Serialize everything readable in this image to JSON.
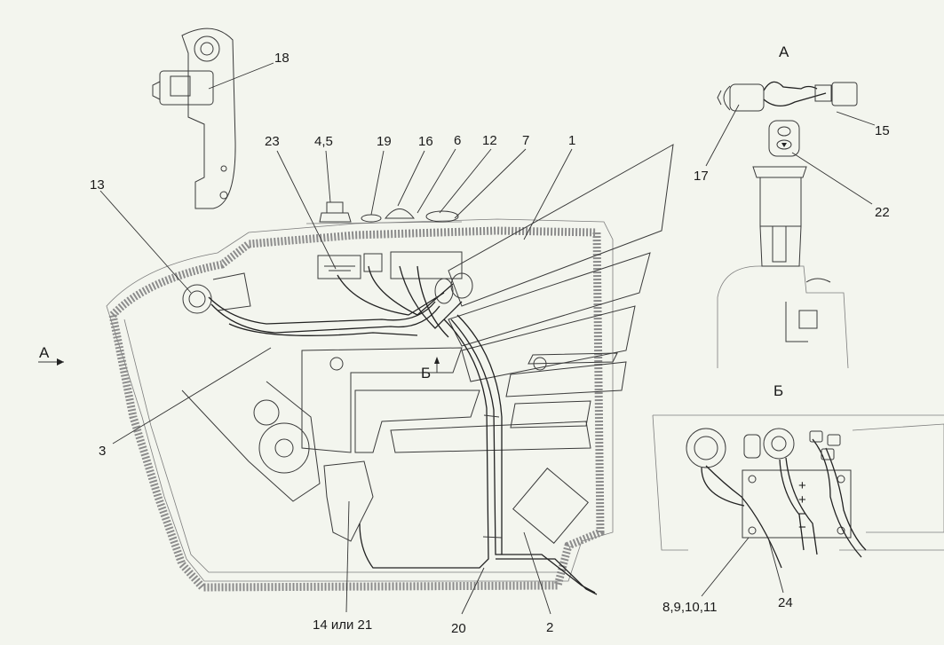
{
  "views": {
    "main": {
      "arrow_label": "А",
      "detail_marker": "Б"
    },
    "view_a": {
      "title": "А"
    },
    "view_b": {
      "title": "Б",
      "terminal_marks": [
        "+",
        "+",
        "−",
        "−"
      ]
    }
  },
  "callouts": {
    "c1": "1",
    "c2": "2",
    "c3": "3",
    "c45": "4,5",
    "c6": "6",
    "c7": "7",
    "c12": "12",
    "c13": "13",
    "c14": "14 или 21",
    "c16": "16",
    "c18": "18",
    "c19": "19",
    "c20": "20",
    "c23": "23",
    "c15": "15",
    "c17": "17",
    "c22": "22",
    "c24": "24",
    "c8": "8,9,10,11"
  }
}
